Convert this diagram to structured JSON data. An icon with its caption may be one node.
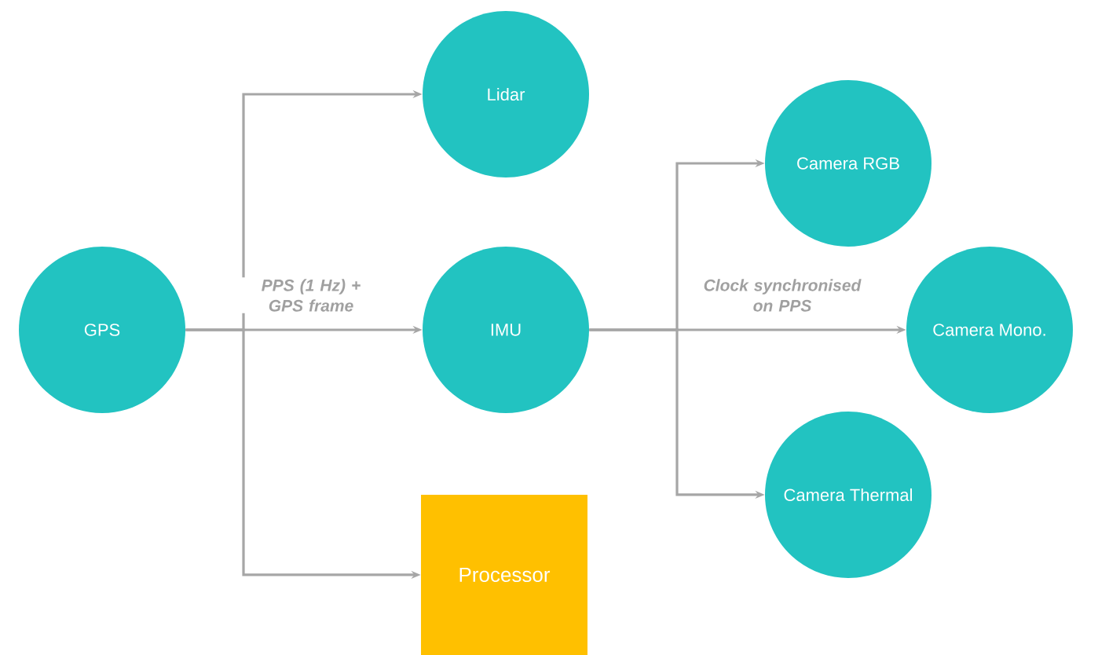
{
  "diagram": {
    "nodes": [
      {
        "text": [
          "GPS"
        ]
      },
      {
        "text": [
          "Lidar"
        ]
      },
      {
        "text": [
          "IMU"
        ]
      },
      {
        "text": [
          "Processor"
        ]
      },
      {
        "text": [
          "Camera RGB"
        ]
      },
      {
        "text": [
          "Camera Mono."
        ]
      },
      {
        "text": [
          "Camera Thermal"
        ]
      }
    ],
    "edges": [
      {
        "from": 0,
        "to": 1,
        "arrow": "to"
      },
      {
        "from": 0,
        "to": 2,
        "arrow": "to",
        "label": "PPS (1 Hz) + GPS frame"
      },
      {
        "from": 0,
        "to": 3,
        "arrow": "to"
      },
      {
        "from": 2,
        "to": 4,
        "arrow": "to"
      },
      {
        "from": 2,
        "to": 5,
        "arrow": "to",
        "label": "Clock synchronised on PPS"
      },
      {
        "from": 2,
        "to": 6,
        "arrow": "to"
      }
    ]
  }
}
